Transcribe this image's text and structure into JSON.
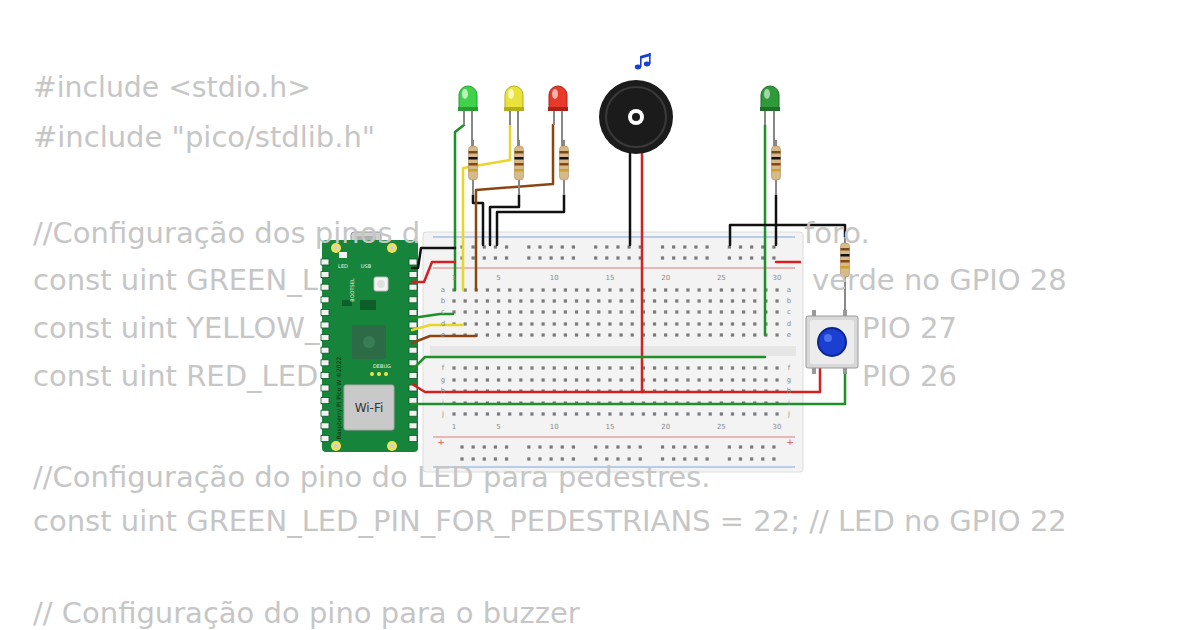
{
  "diagram": {
    "labels": [
      "#include <stdio.h>",
      "#include \"pico/stdlib.h\"",
      "//Configuração dos pinos d",
      "foro.",
      "const uint GREEN_L",
      "verde no GPIO 28",
      "const uint YELLOW_",
      "PIO 27",
      "const uint RED_LED",
      "PIO 26",
      "//Configuração do pino do LED para pedestres.",
      "const uint GREEN_LED_PIN_FOR_PEDESTRIANS = 22; // LED no GPIO 22",
      "// Configuração do pino para o buzzer",
      "LED",
      "USB",
      "BOOTSEL",
      "DEBUG",
      "Wi-Fi",
      "Raspberry Pi Pico W ©2022",
      "1",
      "5",
      "10",
      "15",
      "20",
      "25",
      "30",
      "a",
      "b",
      "c",
      "d",
      "e",
      "a",
      "b",
      "c",
      "d",
      "e",
      "f",
      "g",
      "h",
      "i",
      "j",
      "f",
      "g",
      "h",
      "i",
      "j",
      "1",
      "5",
      "10",
      "15",
      "20",
      "25",
      "30",
      "+",
      "+"
    ]
  }
}
